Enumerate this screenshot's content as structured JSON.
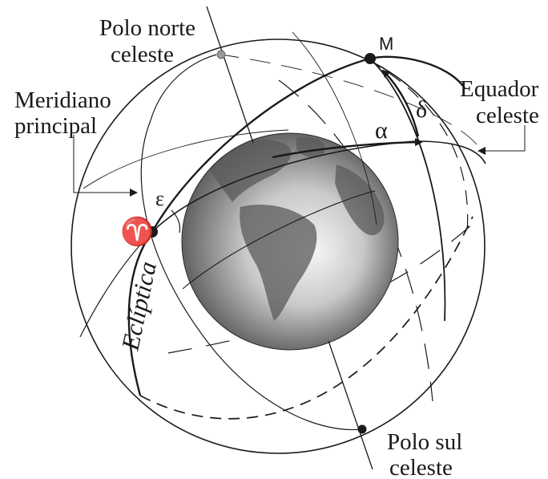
{
  "labels": {
    "north_pole_line1": "Polo norte",
    "north_pole_line2": "celeste",
    "meridian_line1": "Meridiano",
    "meridian_line2": "principal",
    "equator_line1": "Equador",
    "equator_line2": "celeste",
    "south_pole_line1": "Polo sul",
    "south_pole_line2": "celeste",
    "point_m": "M",
    "ecliptic": "Eclíptica",
    "alpha": "α",
    "delta": "δ",
    "epsilon": "ε",
    "vernal_point": "♈"
  },
  "colors": {
    "ink": "#1a1a1a",
    "globe_light": "#f2f2f2",
    "globe_dark": "#3a3a3a",
    "pole_marker": "#999999"
  }
}
